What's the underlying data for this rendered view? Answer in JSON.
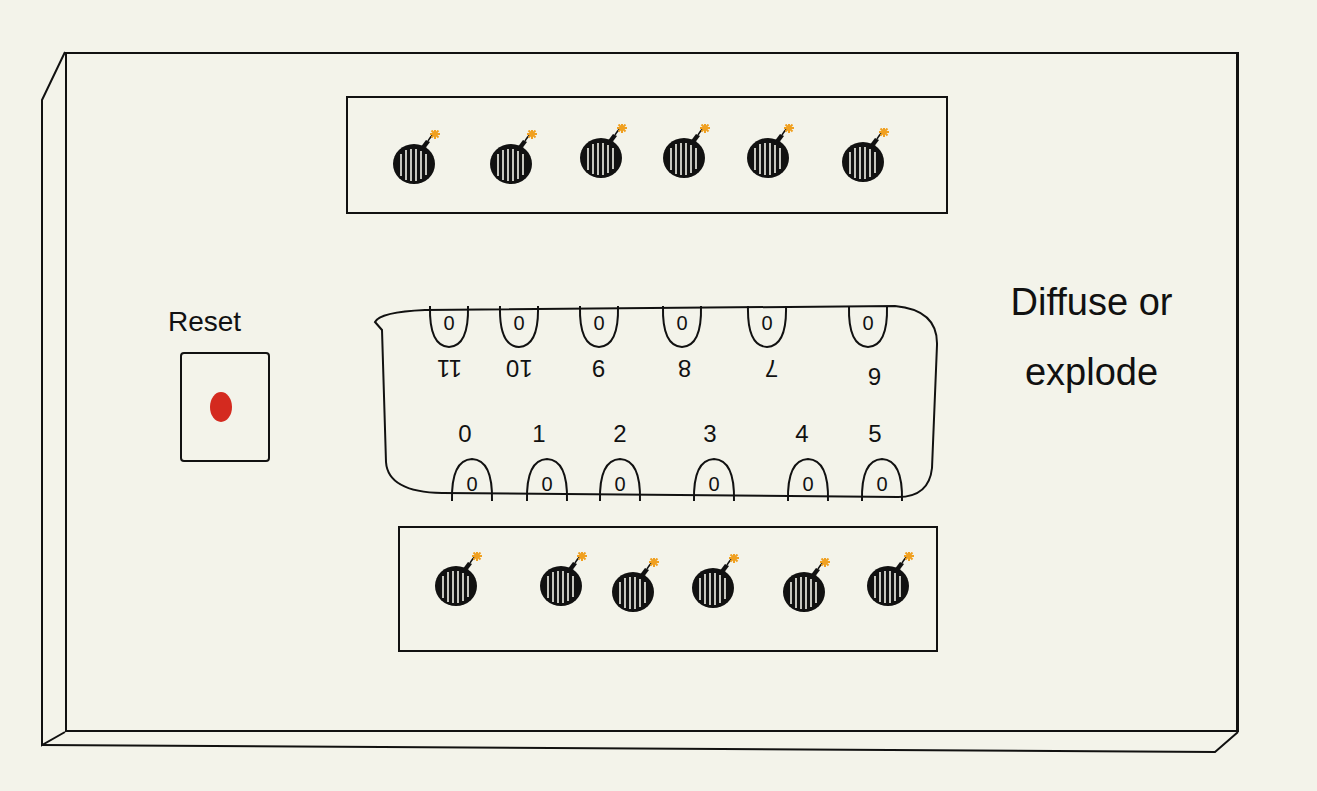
{
  "diagram": {
    "nodes": [
      {
        "text": [
          "Diffuse or explode"
        ]
      },
      {
        "text": [
          "Reset"
        ],
        "in": 0
      },
      {
        "text": [
          "0",
          "11"
        ],
        "in": 0
      },
      {
        "text": [
          "0",
          "10"
        ],
        "in": 0
      },
      {
        "text": [
          "0",
          "9"
        ],
        "in": 0
      },
      {
        "text": [
          "0",
          "8"
        ],
        "in": 0
      },
      {
        "text": [
          "0",
          "7"
        ],
        "in": 0
      },
      {
        "text": [
          "0",
          "6"
        ],
        "in": 0
      },
      {
        "text": [
          "0",
          "0"
        ],
        "in": 0
      },
      {
        "text": [
          "0",
          "1"
        ],
        "in": 0
      },
      {
        "text": [
          "0",
          "2"
        ],
        "in": 0
      },
      {
        "text": [
          "0",
          "3"
        ],
        "in": 0
      },
      {
        "text": [
          "0",
          "4"
        ],
        "in": 0
      },
      {
        "text": [
          "0",
          "5"
        ],
        "in": 0
      }
    ]
  }
}
